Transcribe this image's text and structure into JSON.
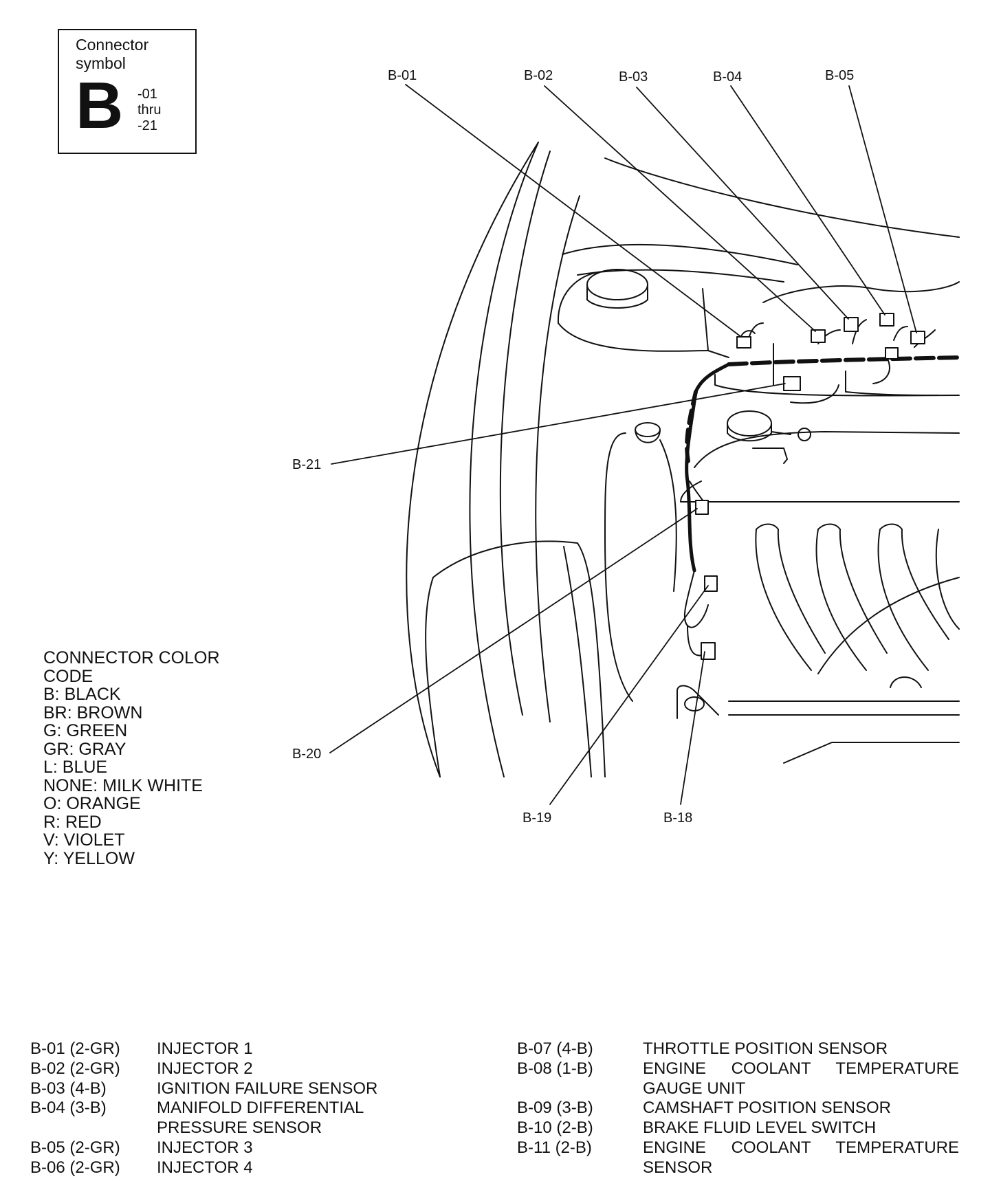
{
  "connector_symbol": {
    "caption_line1": "Connector",
    "caption_line2": "symbol",
    "letter": "B",
    "range_line1": "-01",
    "range_line2": "thru",
    "range_line3": "-21"
  },
  "callouts": {
    "b01": "B-01",
    "b02": "B-02",
    "b03": "B-03",
    "b04": "B-04",
    "b05": "B-05",
    "b21": "B-21",
    "b20": "B-20",
    "b19": "B-19",
    "b18": "B-18"
  },
  "color_code": {
    "title_line1": "CONNECTOR COLOR",
    "title_line2": "CODE",
    "entries": [
      "B: BLACK",
      "BR: BROWN",
      "G: GREEN",
      "GR: GRAY",
      "L: BLUE",
      "NONE: MILK WHITE",
      "O: ORANGE",
      "R: RED",
      "V: VIOLET",
      "Y: YELLOW"
    ]
  },
  "legend_left": [
    {
      "code": "B-01 (2-GR)",
      "desc": "INJECTOR 1"
    },
    {
      "code": "B-02 (2-GR)",
      "desc": "INJECTOR 2"
    },
    {
      "code": "B-03 (4-B)",
      "desc": "IGNITION FAILURE SENSOR"
    },
    {
      "code": "B-04 (3-B)",
      "desc": "MANIFOLD DIFFERENTIAL",
      "desc2": "PRESSURE SENSOR"
    },
    {
      "code": "B-05 (2-GR)",
      "desc": "INJECTOR 3"
    },
    {
      "code": "B-06 (2-GR)",
      "desc": "INJECTOR 4"
    }
  ],
  "legend_right": [
    {
      "code": "B-07 (4-B)",
      "desc": "THROTTLE POSITION SENSOR"
    },
    {
      "code": "B-08 (1-B)",
      "desc": "ENGINE COOLANT TEMPERATURE",
      "desc2": "GAUGE UNIT"
    },
    {
      "code": "B-09 (3-B)",
      "desc": "CAMSHAFT POSITION SENSOR"
    },
    {
      "code": "B-10 (2-B)",
      "desc": "BRAKE FLUID LEVEL SWITCH"
    },
    {
      "code": "B-11 (2-B)",
      "desc": "ENGINE COOLANT TEMPERATURE",
      "desc2": "SENSOR"
    }
  ]
}
